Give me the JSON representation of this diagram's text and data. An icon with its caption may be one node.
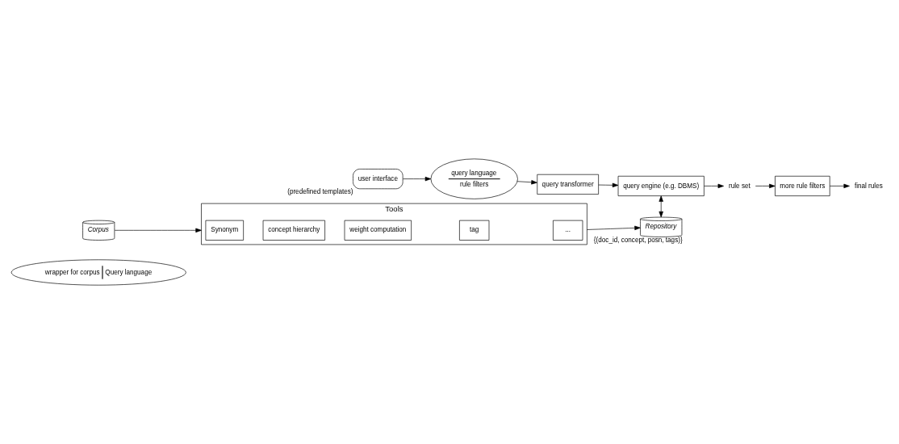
{
  "diagram": {
    "nodes": [
      {
        "text": [
          "wrapper for corpus",
          "Query language"
        ]
      },
      {
        "text": [
          "Corpus"
        ]
      },
      {
        "text": [
          "Tools"
        ]
      },
      {
        "text": [
          "Synonym"
        ],
        "in": 2
      },
      {
        "text": [
          "concept hierarchy"
        ],
        "in": 2
      },
      {
        "text": [
          "weight computation"
        ],
        "in": 2
      },
      {
        "text": [
          "tag"
        ],
        "in": 2
      },
      {
        "text": [
          "..."
        ],
        "in": 2
      },
      {
        "text": [
          "Repository"
        ],
        "beside": [
          "{(doc_id, concept, posn, tags)}"
        ]
      },
      {
        "text": [
          "user interface"
        ],
        "beside": [
          "(predefined templates)"
        ]
      },
      {
        "text": [
          "query language",
          "rule filters"
        ]
      },
      {
        "text": [
          "query transformer"
        ]
      },
      {
        "text": [
          "query engine (e.g. DBMS)"
        ]
      },
      {
        "text": [
          "rule set"
        ]
      },
      {
        "text": [
          "more rule filters"
        ]
      },
      {
        "text": [
          "final rules"
        ]
      }
    ],
    "edges": [
      {
        "from": 1,
        "to": 2,
        "arrow": "to"
      },
      {
        "from": 2,
        "to": 8,
        "arrow": "to"
      },
      {
        "from": 9,
        "to": 10,
        "arrow": "to"
      },
      {
        "from": 10,
        "to": 11,
        "arrow": "to"
      },
      {
        "from": 11,
        "to": 12,
        "arrow": "to"
      },
      {
        "from": 12,
        "to": 8,
        "arrow": "both"
      },
      {
        "from": 12,
        "to": 13,
        "arrow": "to"
      },
      {
        "from": 13,
        "to": 14,
        "arrow": "to"
      },
      {
        "from": 14,
        "to": 15,
        "arrow": "to"
      }
    ]
  }
}
